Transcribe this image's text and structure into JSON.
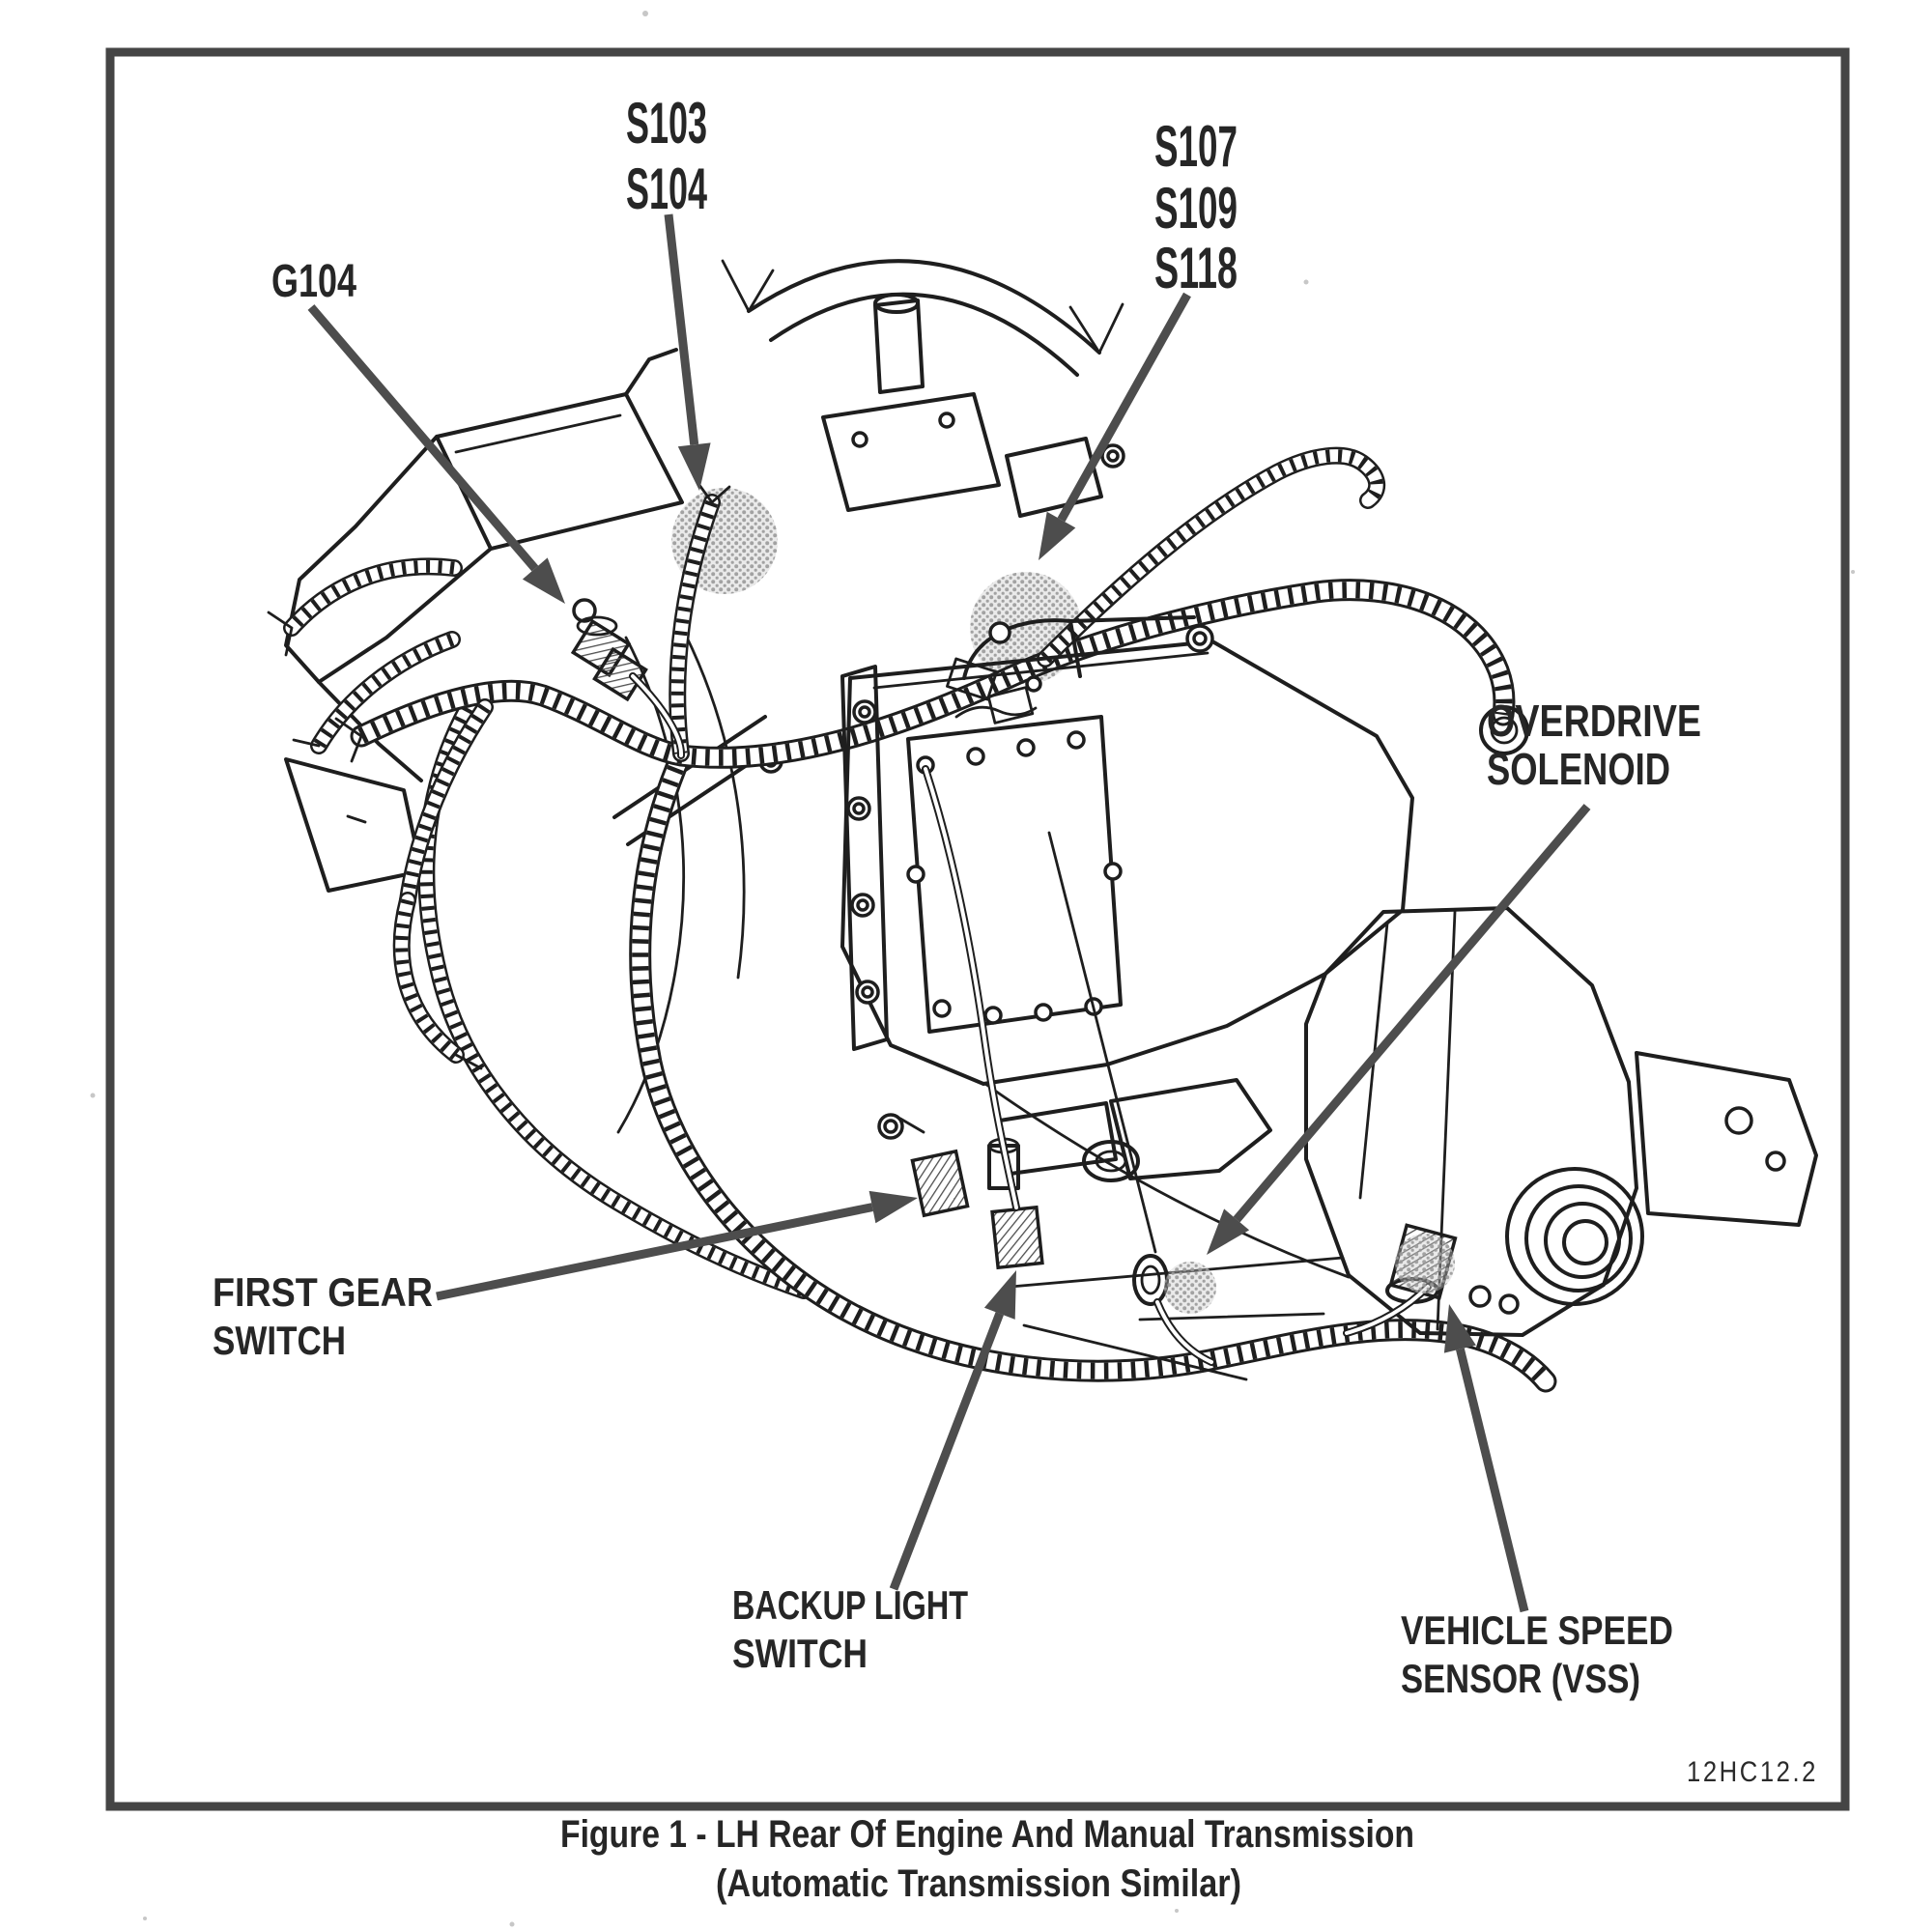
{
  "figure": {
    "caption_line1": "Figure 1 - LH Rear Of Engine And Manual Transmission",
    "caption_line2": "(Automatic Transmission Similar)",
    "drawing_code": "12HC12.2"
  },
  "callouts": {
    "splices_s103_s104": {
      "lines": [
        "S103",
        "S104"
      ]
    },
    "splices_s107_s109_s118": {
      "lines": [
        "S107",
        "S109",
        "S118"
      ]
    },
    "ground_g104": {
      "label": "G104"
    },
    "overdrive_solenoid": {
      "lines": [
        "OVERDRIVE",
        "SOLENOID"
      ]
    },
    "first_gear_switch": {
      "lines": [
        "FIRST GEAR",
        "SWITCH"
      ]
    },
    "backup_light_switch": {
      "lines": [
        "BACKUP LIGHT",
        "SWITCH"
      ]
    },
    "vehicle_speed_sensor": {
      "lines": [
        "VEHICLE SPEED",
        "SENSOR (VSS)"
      ]
    }
  },
  "colors": {
    "paper": "#ffffff",
    "ink": "#1e1e1e",
    "arrow": "#4d4d4d",
    "halftone": "#9a9a9a",
    "border": "#454545"
  }
}
